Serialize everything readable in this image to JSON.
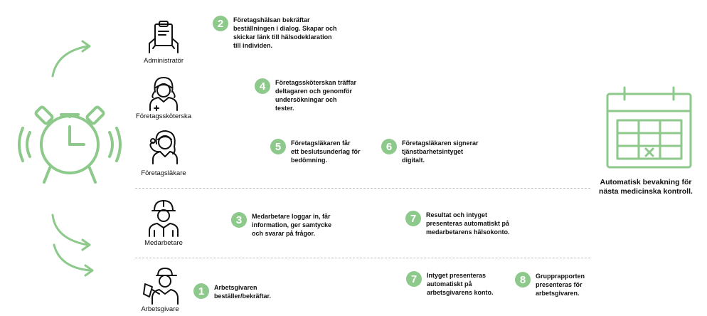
{
  "colors": {
    "accent": "#8cc98a",
    "icon": "#111111",
    "divider": "#bfbfbf"
  },
  "roles": {
    "admin": "Administratör",
    "nurse": "Företagssköterska",
    "doctor": "Företagsläkare",
    "employee": "Medarbetare",
    "employer": "Arbetsgivare"
  },
  "steps": [
    {
      "number": "2",
      "text": "Företagshälsan bekräftar\nbeställningen i dialog. Skapar och\nskickar länk till  hälsodeklaration\ntill individen."
    },
    {
      "number": "4",
      "text": "Företagssköterskan träffar\ndeltagaren och genomför\nundersökningar och\ntester."
    },
    {
      "number": "5",
      "text": "Företagsläkaren får\nett beslutsunderlag för\nbedömning."
    },
    {
      "number": "6",
      "text": "Företagsläkaren signerar\ntjänstbarhetsintyget\ndigitalt."
    },
    {
      "number": "3",
      "text": "Medarbetare loggar in, får\ninformation, ger samtycke\noch svarar på frågor."
    },
    {
      "number": "7",
      "text": "Resultat och intyget\npresenteras automatiskt på\nmedarbetarens hälsokonto."
    },
    {
      "number": "1",
      "text": "Arbetsgivaren\nbeställer/bekräftar."
    },
    {
      "number": "7",
      "text": "Intyget presenteras\nautomatiskt på\narbetsgivarens konto."
    },
    {
      "number": "8",
      "text": "Grupprapporten\npresenteras för\narbetsgivaren."
    }
  ],
  "caption": "Automatisk bevakning för\nnästa medicinska kontroll.",
  "icons": [
    "alarm-clock-icon",
    "clipboard-hands-icon",
    "nurse-icon",
    "doctor-icon",
    "worker-helmet-icon",
    "employer-cap-icon",
    "calendar-icon",
    "curved-arrow-icon"
  ]
}
